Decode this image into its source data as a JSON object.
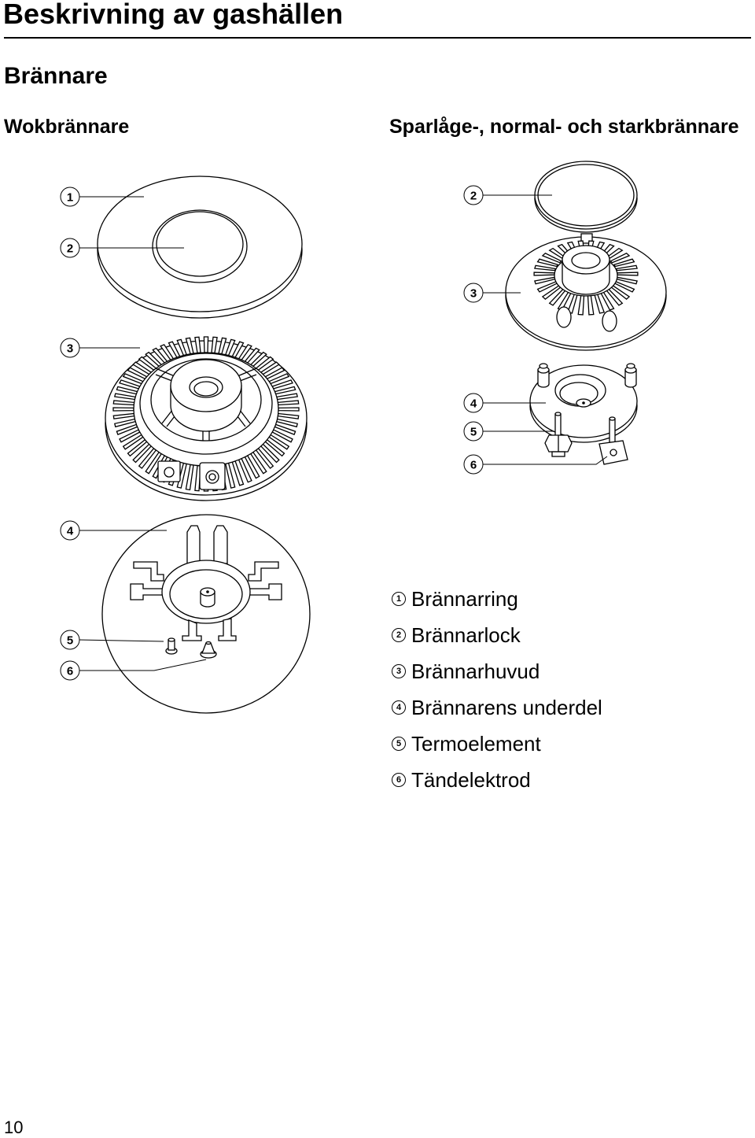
{
  "page": {
    "title": "Beskrivning av gashällen",
    "section_title": "Brännare",
    "page_number": "10"
  },
  "wok_burner": {
    "heading": "Wokbrännare",
    "callouts": {
      "ring": "1",
      "cap": "2",
      "head": "3",
      "base": "4",
      "thermocouple": "5",
      "electrode": "6"
    }
  },
  "standard_burner": {
    "heading": "Sparlåge-, normal- och starkbrännare",
    "callouts": {
      "cap": "2",
      "head": "3",
      "base": "4",
      "thermocouple": "5",
      "electrode": "6"
    }
  },
  "legend": [
    {
      "number": "1",
      "label": "Brännarring"
    },
    {
      "number": "2",
      "label": "Brännarlock"
    },
    {
      "number": "3",
      "label": "Brännarhuvud"
    },
    {
      "number": "4",
      "label": "Brännarens underdel"
    },
    {
      "number": "5",
      "label": "Termoelement"
    },
    {
      "number": "6",
      "label": "Tändelektrod"
    }
  ]
}
